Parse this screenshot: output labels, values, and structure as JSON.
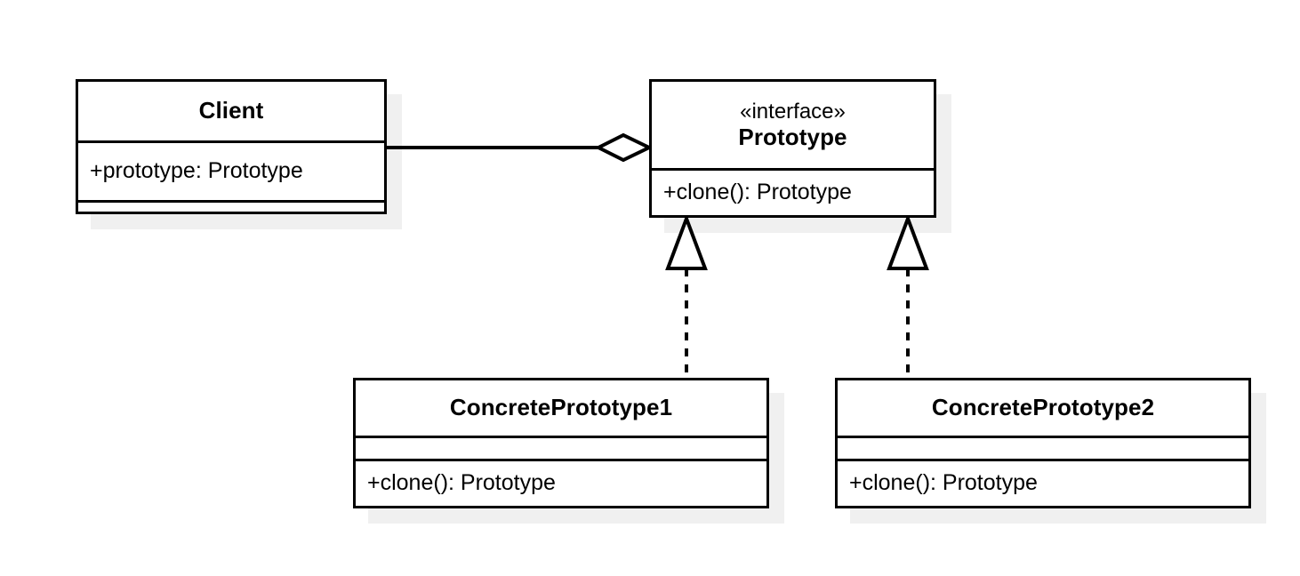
{
  "diagram": {
    "kind": "uml-class-diagram",
    "pattern": "Prototype",
    "background_color": "#ffffff",
    "line_color": "#000000",
    "shadow_color": "#f0f0f0"
  },
  "classes": {
    "client": {
      "name": "Client",
      "stereotype": "",
      "attributes": [
        "+prototype: Prototype"
      ],
      "operations": []
    },
    "prototype": {
      "name": "Prototype",
      "stereotype": "«interface»",
      "attributes": [],
      "operations": [
        "+clone(): Prototype"
      ]
    },
    "concrete1": {
      "name": "ConcretePrototype1",
      "stereotype": "",
      "attributes": [],
      "operations": [
        "+clone(): Prototype"
      ]
    },
    "concrete2": {
      "name": "ConcretePrototype2",
      "stereotype": "",
      "attributes": [],
      "operations": [
        "+clone(): Prototype"
      ]
    }
  },
  "relationships": [
    {
      "id": "client-aggregates-prototype",
      "type": "aggregation",
      "source": "Client",
      "target": "Prototype",
      "marker": "hollow-diamond",
      "line_style": "solid",
      "label": ""
    },
    {
      "id": "concrete1-realizes-prototype",
      "type": "realization",
      "source": "ConcretePrototype1",
      "target": "Prototype",
      "marker": "hollow-triangle",
      "line_style": "dashed",
      "label": ""
    },
    {
      "id": "concrete2-realizes-prototype",
      "type": "realization",
      "source": "ConcretePrototype2",
      "target": "Prototype",
      "marker": "hollow-triangle",
      "line_style": "dashed",
      "label": ""
    }
  ]
}
